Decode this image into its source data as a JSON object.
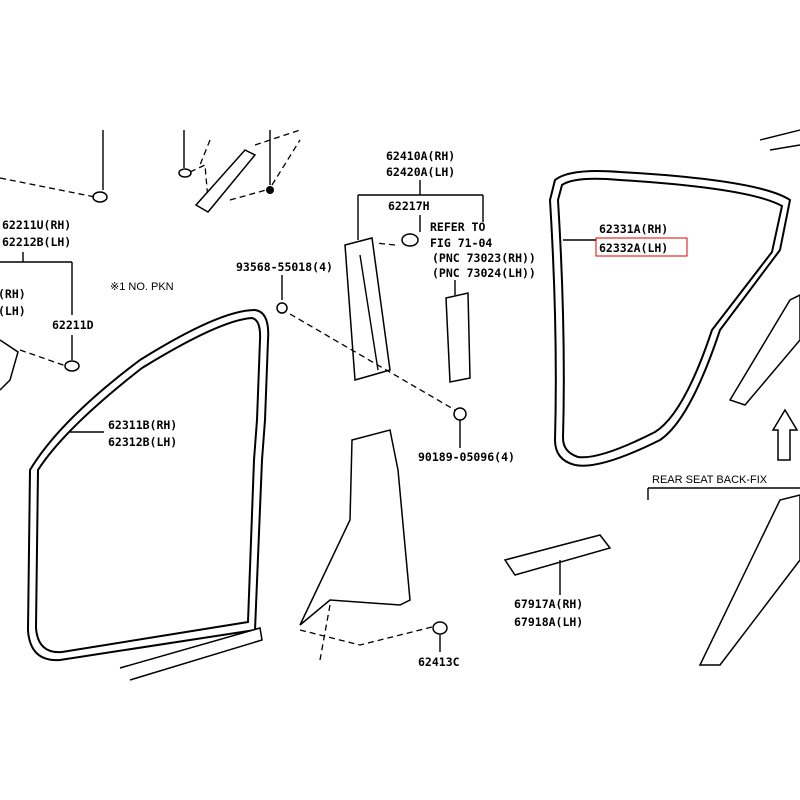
{
  "labels": {
    "p62211U": "62211U(RH)",
    "p62212B": "62212B(LH)",
    "cut_rh": "(RH)",
    "cut_lh": "(LH)",
    "p62211D": "62211D",
    "note_pkn": "※1 NO. PKN",
    "p62311B": "62311B(RH)",
    "p62312B": "62312B(LH)",
    "p62410A": "62410A(RH)",
    "p62420A": "62420A(LH)",
    "p62217H": "62217H",
    "refer_to": "REFER TO",
    "fig": "FIG 71-04",
    "pnc_rh": "(PNC 73023(RH))",
    "pnc_lh": "(PNC 73024(LH))",
    "p93568": "93568-55018(4)",
    "p90189": "90189-05096(4)",
    "p62331A": "62331A(RH)",
    "p62332A": "62332A(LH)",
    "rear_seat": "REAR SEAT BACK-FIX",
    "p67917A": "67917A(RH)",
    "p67918A": "67918A(LH)",
    "p62413C": "62413C"
  },
  "colors": {
    "highlight_box": "#e00000"
  }
}
